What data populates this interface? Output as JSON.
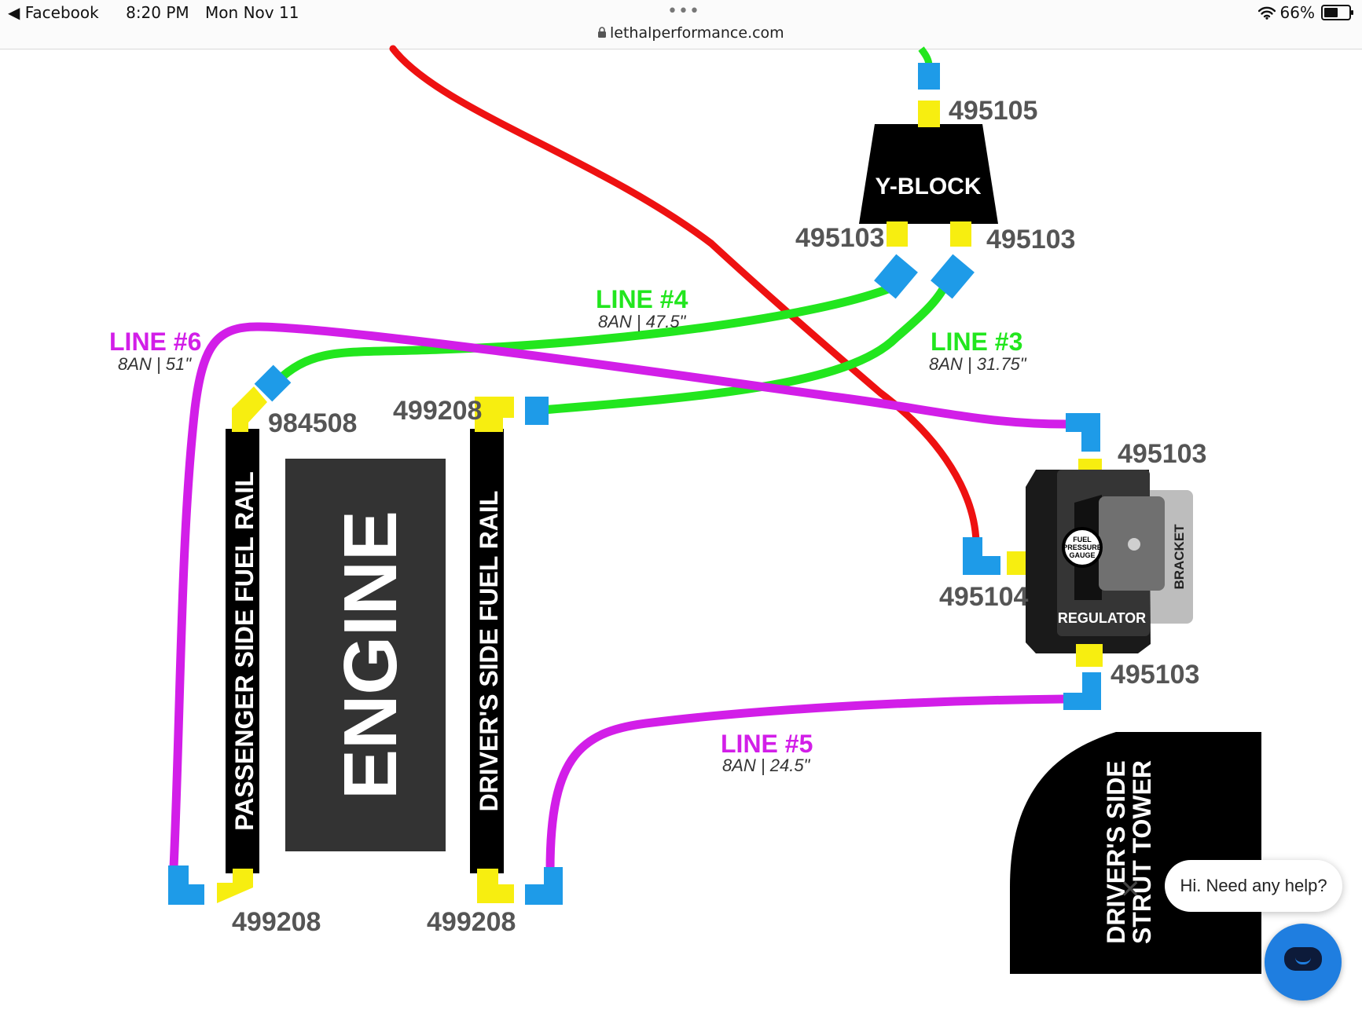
{
  "status_bar": {
    "back_app": "Facebook",
    "time": "8:20 PM",
    "date": "Mon Nov 11",
    "url": "lethalperformance.com",
    "battery": "66%",
    "battery_level": 0.66
  },
  "diagram": {
    "labels": {
      "y_block": "Y-BLOCK",
      "engine": "ENGINE",
      "passenger_rail": "PASSENGER SIDE FUEL RAIL",
      "driver_rail": "DRIVER'S SIDE FUEL RAIL",
      "strut_tower": [
        "DRIVER'S SIDE",
        "STRUT TOWER"
      ],
      "regulator": "REGULATOR",
      "bracket": "BRACKET",
      "gauge": [
        "FUEL",
        "PRESSURE",
        "GAUGE"
      ]
    },
    "part_numbers": {
      "yblock_top": "495105",
      "yblock_left": "495103",
      "yblock_right": "495103",
      "passenger_top": "984508",
      "driver_top": "499208",
      "passenger_bottom": "499208",
      "driver_bottom": "499208",
      "regulator_top": "495103",
      "regulator_side": "495104",
      "regulator_bottom": "495103"
    },
    "lines": [
      {
        "id": "line4",
        "name": "LINE #4",
        "spec": "8AN | 47.5\"",
        "color": "#22e61e"
      },
      {
        "id": "line3",
        "name": "LINE #3",
        "spec": "8AN | 31.75\"",
        "color": "#22e61e"
      },
      {
        "id": "line6",
        "name": "LINE #6",
        "spec": "8AN | 51\"",
        "color": "#d21ee8"
      },
      {
        "id": "line5",
        "name": "LINE #5",
        "spec": "8AN | 24.5\"",
        "color": "#d21ee8"
      }
    ],
    "colors": {
      "feed_line": "#ee1111",
      "fitting_blue": "#1e9be8",
      "fitting_yellow": "#f7ee10",
      "block": "#000000",
      "engine": "#333333"
    }
  },
  "chat_widget": {
    "greeting": "Hi. Need any help?",
    "accent": "#1f7ee0"
  }
}
